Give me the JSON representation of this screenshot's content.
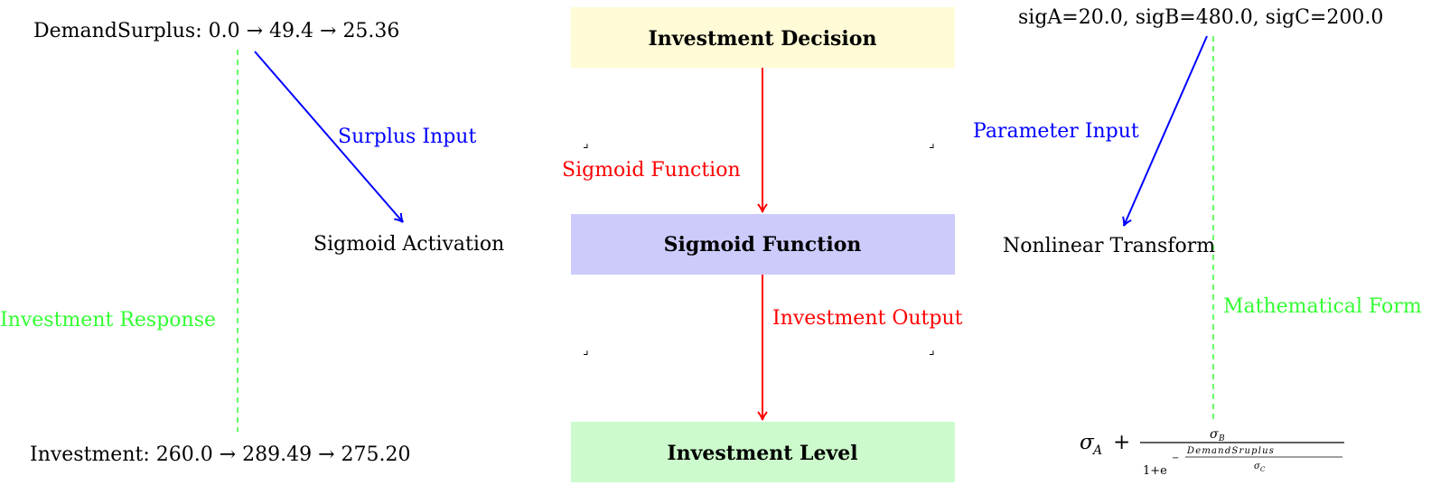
{
  "colors": {
    "box_top": "#fffbd6",
    "box_mid": "#cccbfb",
    "box_bottom": "#ccfacc",
    "flow_arrow": "#ff0000",
    "input_arrow": "#0000ff",
    "guide_line": "#33ff33",
    "text": "#000000"
  },
  "boxes": {
    "decision": "Investment Decision",
    "sigmoid": "Sigmoid Function",
    "level": "Investment Level"
  },
  "left": {
    "surplus_series": "DemandSurplus: 0.0 → 49.4 → 25.36",
    "arrow_label": "Surplus Input",
    "node_label": "Sigmoid Activation",
    "side_label": "Investment Response",
    "investment_series": "Investment: 260.0 → 289.49 → 275.20"
  },
  "center": {
    "upper_arrow_label": "Sigmoid Function",
    "lower_arrow_label": "Investment Output"
  },
  "right": {
    "params": "sigA=20.0, sigB=480.0, sigC=200.0",
    "arrow_label": "Parameter Input",
    "node_label": "Nonlinear Transform",
    "side_label": "Mathematical Form"
  },
  "formula": {
    "sigma_a": "σ",
    "sub_a": "A",
    "plus": "+",
    "sigma_b": "σ",
    "sub_b": "B",
    "one_plus_e": "1+e",
    "exp_minus": "−",
    "exp_num": "DemandSruplus",
    "exp_sigma": "σ",
    "exp_sub": "C"
  },
  "corner_mark": "⌟"
}
